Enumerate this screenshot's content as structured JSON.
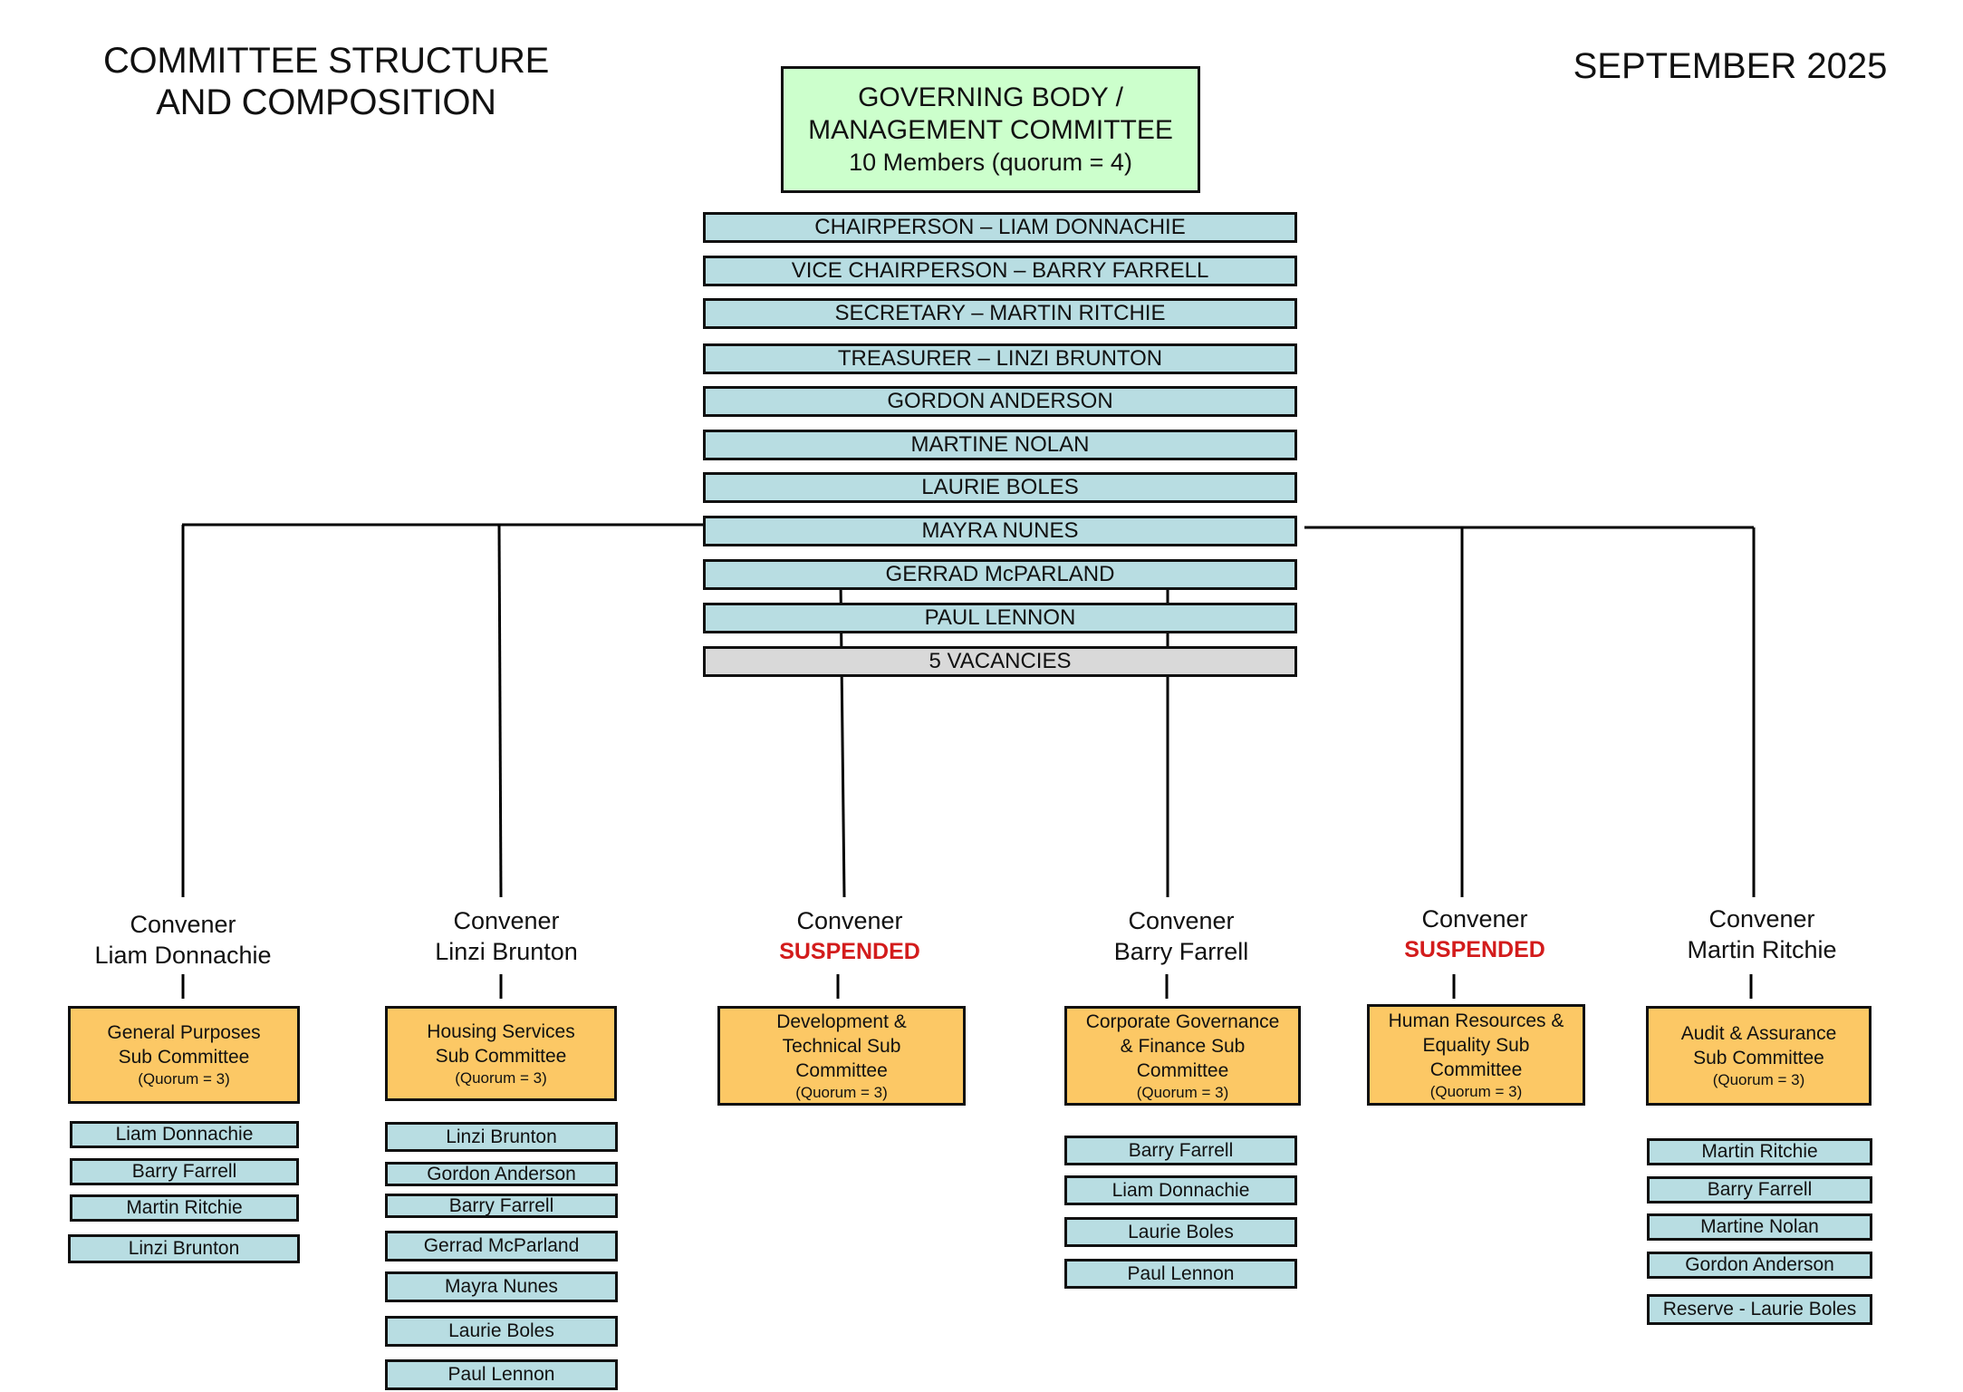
{
  "header": {
    "title_line1": "COMMITTEE STRUCTURE",
    "title_line2": "AND COMPOSITION",
    "date": "SEPTEMBER 2025"
  },
  "governing_body": {
    "title_line1": "GOVERNING BODY /",
    "title_line2": "MANAGEMENT COMMITTEE",
    "subtitle": "10 Members (quorum = 4)",
    "color": "#ccffcc",
    "members": [
      "CHAIRPERSON – LIAM DONNACHIE",
      "VICE CHAIRPERSON – BARRY FARRELL",
      "SECRETARY – MARTIN RITCHIE",
      "TREASURER – LINZI BRUNTON",
      "GORDON ANDERSON",
      "MARTINE NOLAN",
      "LAURIE BOLES",
      "MAYRA NUNES",
      "GERRAD McPARLAND",
      "PAUL LENNON"
    ],
    "vacancies": "5 VACANCIES"
  },
  "colors": {
    "member_bar": "#b8dde2",
    "vacancy_bar": "#d9d9d9",
    "sub_committee": "#fcc865",
    "suspended_text": "#d31c1c"
  },
  "sub_committees": [
    {
      "convener_label": "Convener",
      "convener": "Liam Donnachie",
      "suspended": false,
      "name_lines": [
        "General Purposes",
        "Sub Committee"
      ],
      "quorum": "(Quorum = 3)",
      "members": [
        "Liam Donnachie",
        "Barry Farrell",
        "Martin Ritchie",
        "Linzi Brunton"
      ]
    },
    {
      "convener_label": "Convener",
      "convener": "Linzi Brunton",
      "suspended": false,
      "name_lines": [
        "Housing Services",
        "Sub Committee"
      ],
      "quorum": "(Quorum = 3)",
      "members": [
        "Linzi Brunton",
        "Gordon Anderson",
        "Barry Farrell",
        "Gerrad McParland",
        "Mayra Nunes",
        "Laurie Boles",
        "Paul Lennon"
      ]
    },
    {
      "convener_label": "Convener",
      "convener": "SUSPENDED",
      "suspended": true,
      "name_lines": [
        "Development &",
        "Technical Sub",
        "Committee"
      ],
      "quorum": "(Quorum = 3)",
      "members": []
    },
    {
      "convener_label": "Convener",
      "convener": "Barry Farrell",
      "suspended": false,
      "name_lines": [
        "Corporate Governance",
        "& Finance Sub",
        "Committee"
      ],
      "quorum": "(Quorum = 3)",
      "members": [
        "Barry Farrell",
        "Liam Donnachie",
        "Laurie Boles",
        "Paul Lennon"
      ]
    },
    {
      "convener_label": "Convener",
      "convener": "SUSPENDED",
      "suspended": true,
      "name_lines": [
        "Human Resources &",
        "Equality Sub",
        "Committee"
      ],
      "quorum": "(Quorum = 3)",
      "members": []
    },
    {
      "convener_label": "Convener",
      "convener": "Martin Ritchie",
      "suspended": false,
      "name_lines": [
        "Audit & Assurance",
        "Sub Committee"
      ],
      "quorum": "(Quorum = 3)",
      "members": [
        "Martin Ritchie",
        "Barry Farrell",
        "Martine Nolan",
        "Gordon Anderson",
        "Reserve - Laurie Boles"
      ]
    }
  ]
}
